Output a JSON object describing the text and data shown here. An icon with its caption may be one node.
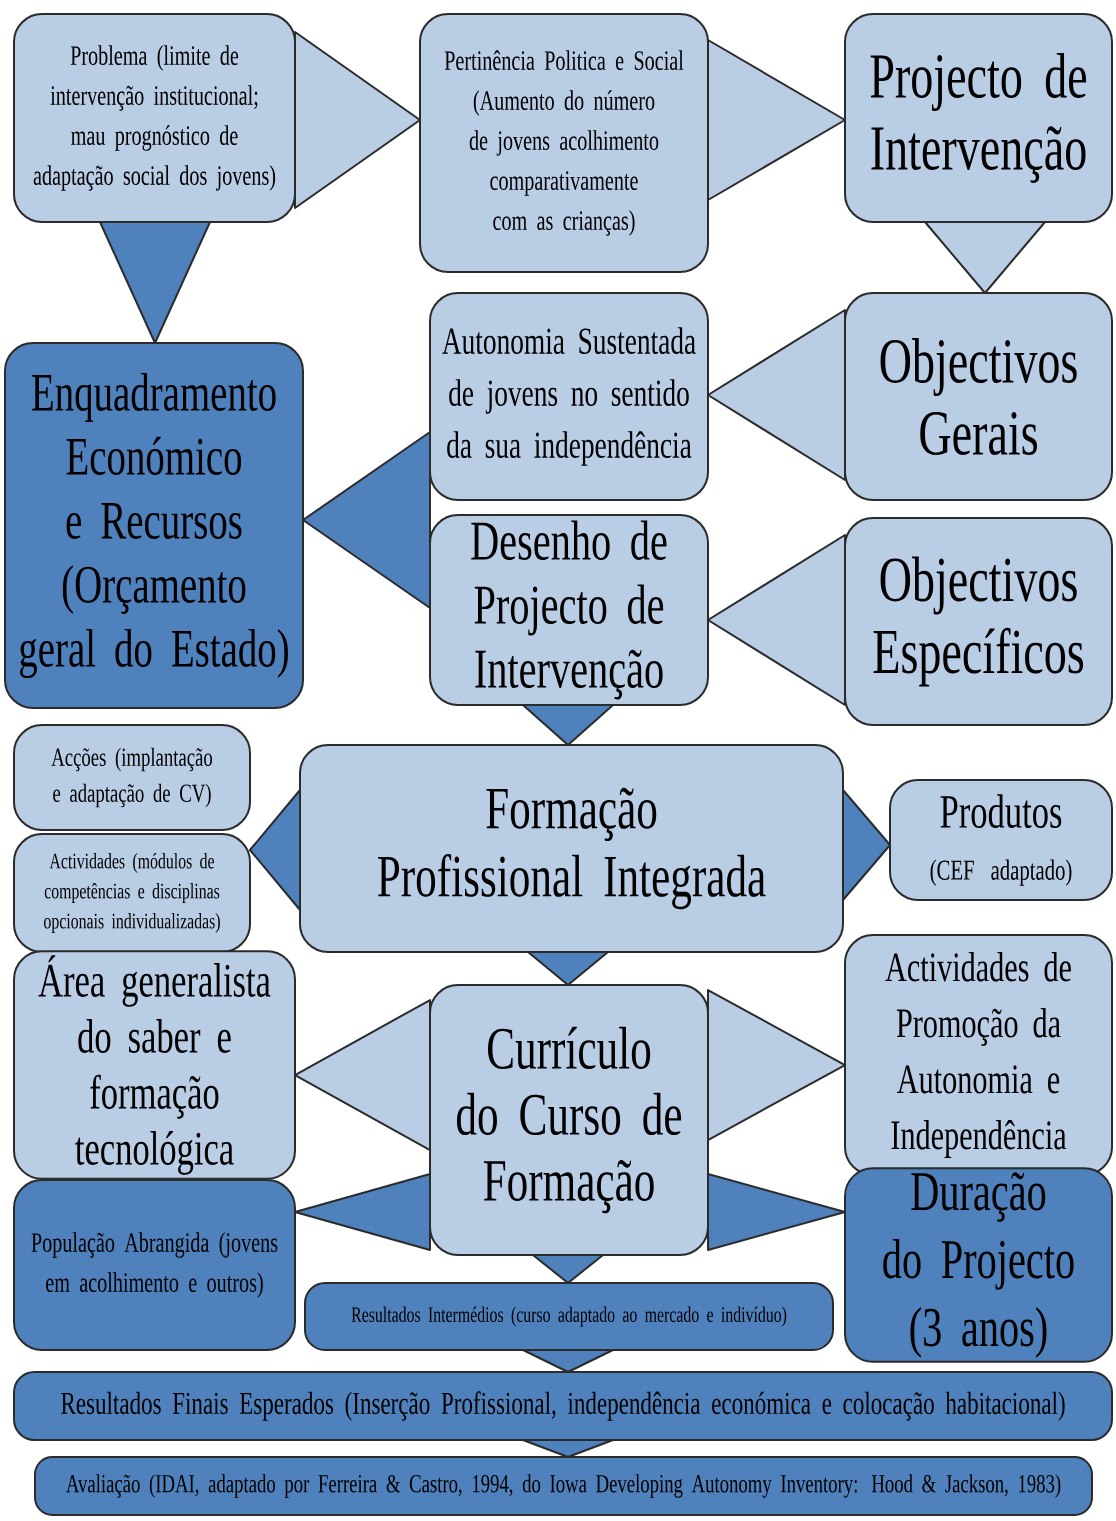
{
  "diagram": {
    "nodes": [
      {
        "text": [
          "Problema (limite de intervenção institucional; mau prognóstico de adaptação social dos jovens)"
        ]
      },
      {
        "text": [
          "Pertinência Politica e Social (Aumento do número de jovens acolhimento comparativamente com as crianças)"
        ]
      },
      {
        "text": [
          "Projecto de Intervenção"
        ]
      },
      {
        "text": [
          "Objectivos Gerais"
        ]
      },
      {
        "text": [
          "Autonomia Sustentada de jovens no sentido da sua independência"
        ]
      },
      {
        "text": [
          "Enquadramento Económico e Recursos (Orçamento geral do Estado)"
        ]
      },
      {
        "text": [
          "Desenho de Projecto de Intervenção"
        ]
      },
      {
        "text": [
          "Objectivos Específicos"
        ]
      },
      {
        "text": [
          "Formação Profissional Integrada"
        ]
      },
      {
        "text": [
          "Acções (implantação e adaptação de CV)"
        ]
      },
      {
        "text": [
          "Actividades (módulos de competências e disciplinas opcionais individualizadas)"
        ]
      },
      {
        "text": [
          "Produtos",
          "(CEF adaptado)"
        ]
      },
      {
        "text": [
          "Área generalista do saber e formação tecnológica"
        ]
      },
      {
        "text": [
          "Currículo do Curso de Formação"
        ]
      },
      {
        "text": [
          "Actividades de Promoção da Autonomia e Independência"
        ]
      },
      {
        "text": [
          "População Abrangida (jovens em acolhimento e outros)"
        ]
      },
      {
        "text": [
          "Resultados Intermédios (curso adaptado ao mercado e indivíduo)"
        ]
      },
      {
        "text": [
          "Duração do Projecto (3 anos)"
        ]
      },
      {
        "text": [
          "Resultados Finais Esperados (Inserção Profissional, independência económica e colocação habitacional)"
        ]
      },
      {
        "text": [
          "Avaliação (IDAI, adaptado por Ferreira & Castro, 1994, do Iowa Developing Autonomy Inventory: Hood & Jackson, 1983)"
        ]
      }
    ],
    "edges": [
      {
        "from": 0,
        "to": 1,
        "arrow": "to",
        "color": "#b9cde5"
      },
      {
        "from": 1,
        "to": 2,
        "arrow": "to",
        "color": "#b9cde5"
      },
      {
        "from": 0,
        "to": 5,
        "arrow": "to"
      },
      {
        "from": 2,
        "to": 3,
        "arrow": "to",
        "color": "#b9cde5"
      },
      {
        "from": 3,
        "to": 4,
        "arrow": "to",
        "color": "#b9cde5"
      },
      {
        "from": 6,
        "to": 5,
        "arrow": "to"
      },
      {
        "from": 7,
        "to": 6,
        "arrow": "to",
        "color": "#b9cde5"
      },
      {
        "from": 6,
        "to": 8,
        "arrow": "to"
      },
      {
        "from": 8,
        "to": 10,
        "arrow": "to"
      },
      {
        "from": 8,
        "to": 11,
        "arrow": "to"
      },
      {
        "from": 8,
        "to": 13,
        "arrow": "to"
      },
      {
        "from": 13,
        "to": 12,
        "arrow": "to",
        "color": "#b9cde5"
      },
      {
        "from": 13,
        "to": 14,
        "arrow": "to",
        "color": "#b9cde5"
      },
      {
        "from": 13,
        "to": 15,
        "arrow": "to"
      },
      {
        "from": 13,
        "to": 17,
        "arrow": "to"
      },
      {
        "from": 13,
        "to": 16,
        "arrow": "to"
      },
      {
        "from": 16,
        "to": 18,
        "arrow": "to"
      },
      {
        "from": 18,
        "to": 19,
        "arrow": "to"
      }
    ]
  }
}
